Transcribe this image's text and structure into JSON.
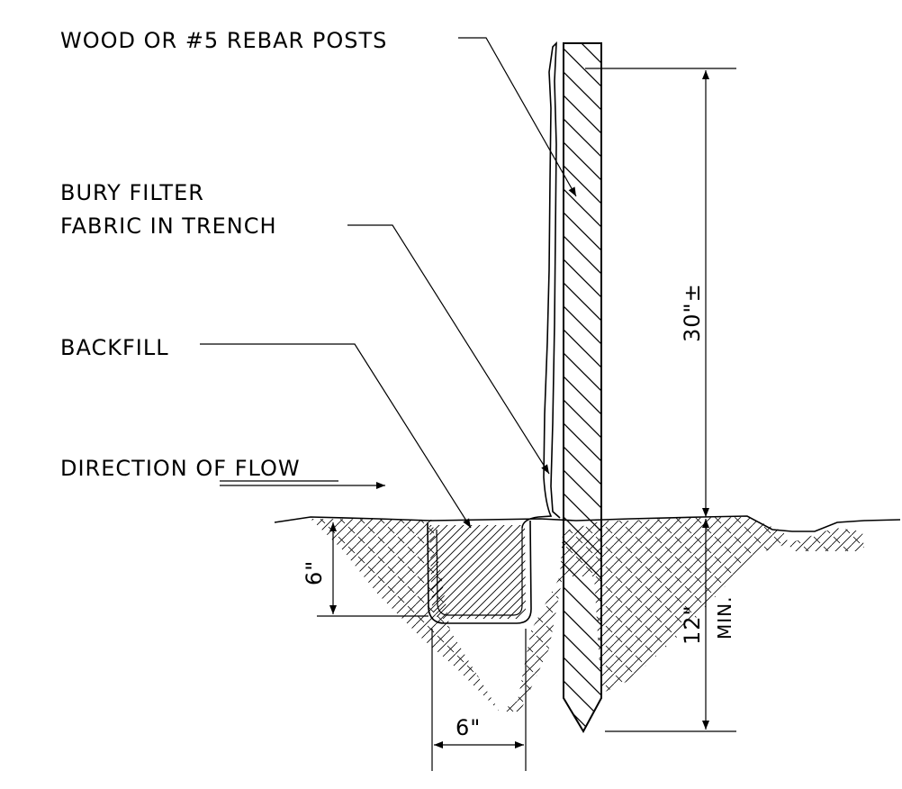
{
  "labels": {
    "posts": "WOOD OR #5 REBAR POSTS",
    "bury_line1": "BURY FILTER",
    "bury_line2": "FABRIC IN TRENCH",
    "backfill": "BACKFILL",
    "flow": "DIRECTION OF FLOW"
  },
  "dimensions": {
    "trench_depth": "6\"",
    "trench_width": "6\"",
    "post_above": "30\"±",
    "post_below_value": "12\"",
    "post_below_note": "MIN."
  },
  "colors": {
    "ink": "#000000",
    "paper": "#ffffff"
  }
}
